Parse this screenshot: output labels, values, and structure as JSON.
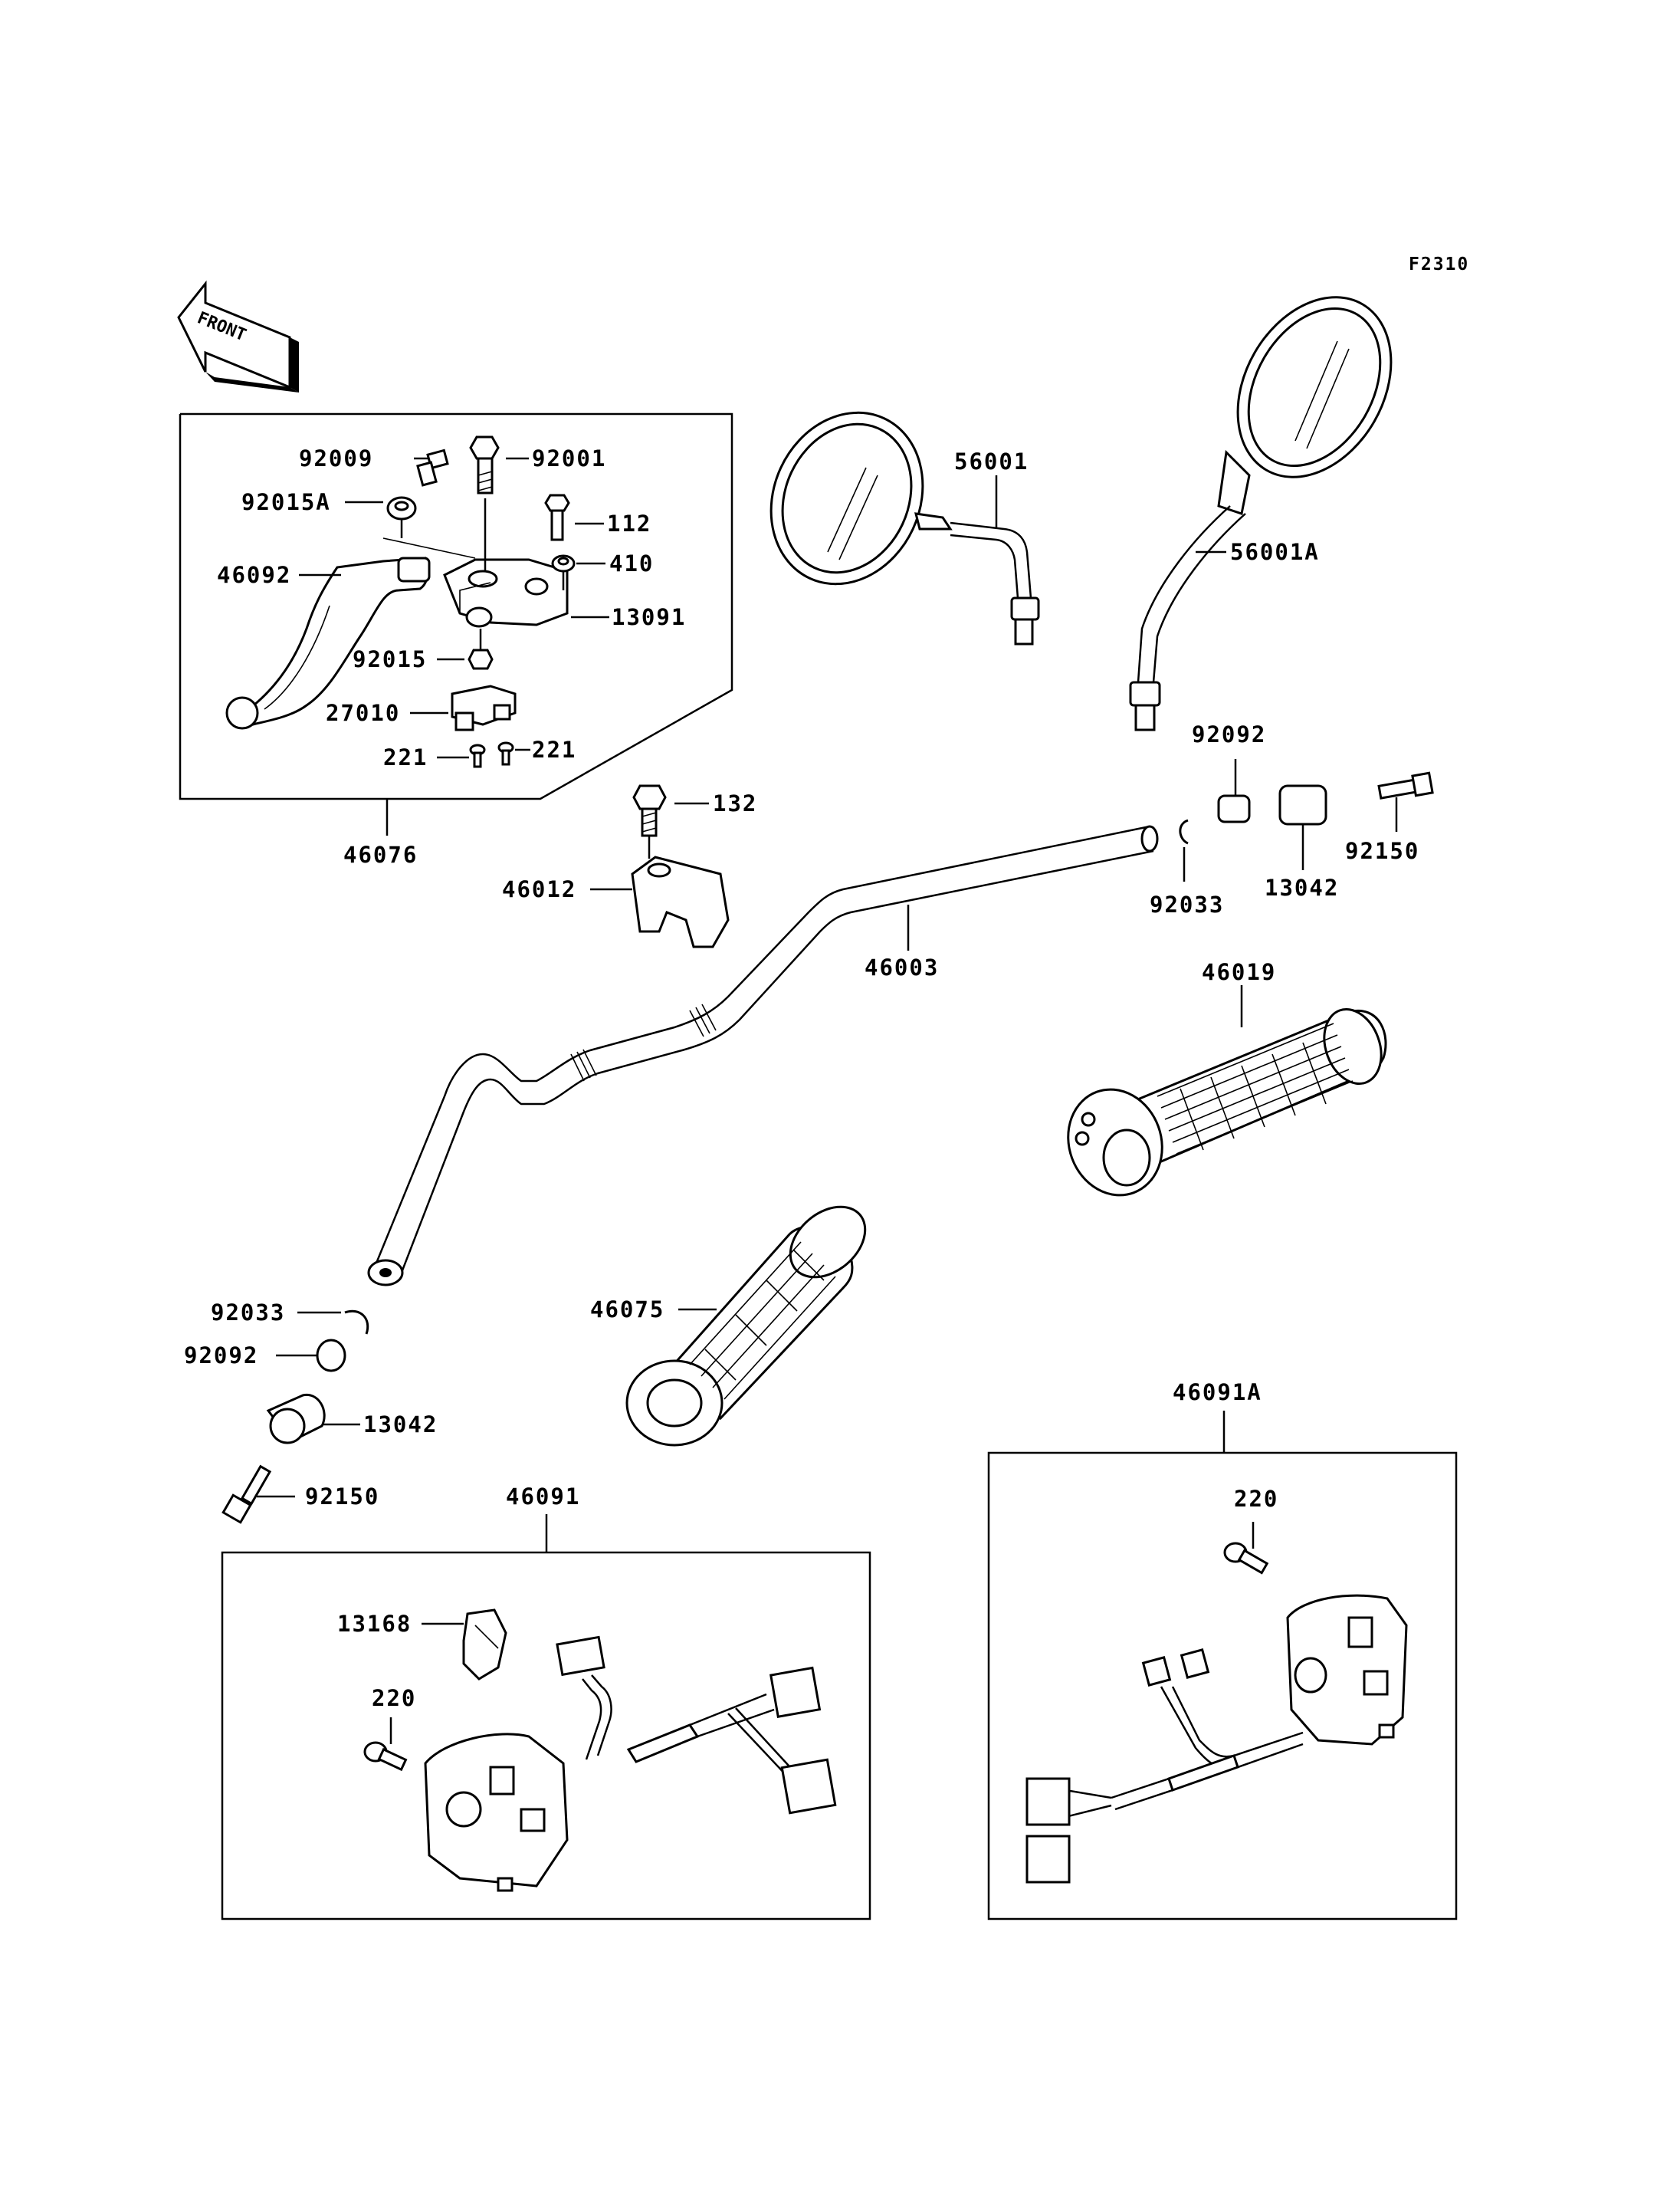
{
  "diagram_ref": "F2310",
  "front_label": "FRONT",
  "labels": {
    "p92009": "92009",
    "p92001": "92001",
    "p92015A": "92015A",
    "p112": "112",
    "p46092": "46092",
    "p410": "410",
    "p13091": "13091",
    "p92015": "92015",
    "p27010": "27010",
    "p221a": "221",
    "p221b": "221",
    "p46076": "46076",
    "p56001": "56001",
    "p56001A": "56001A",
    "p92092r": "92092",
    "p132": "132",
    "p46012": "46012",
    "p92150r": "92150",
    "p92033r": "92033",
    "p13042r": "13042",
    "p46003": "46003",
    "p46019": "46019",
    "p46075": "46075",
    "p92033l": "92033",
    "p92092l": "92092",
    "p13042l": "13042",
    "p92150l": "92150",
    "p46091": "46091",
    "p46091A": "46091A",
    "p13168": "13168",
    "p220l": "220",
    "p220r": "220"
  }
}
